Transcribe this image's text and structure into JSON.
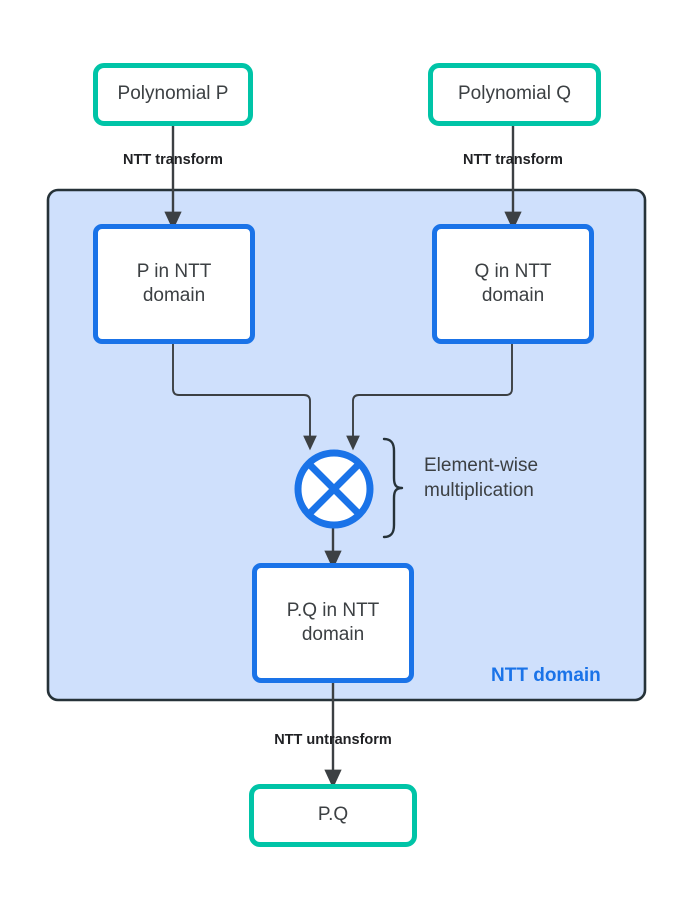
{
  "diagram": {
    "title": "NTT polynomial multiplication flow",
    "colors": {
      "green_border": "#00c4a7",
      "blue_border": "#1a73e8",
      "panel_fill": "#cfe0fc",
      "panel_border": "#263238",
      "connector": "#3c4043",
      "text": "#3c4043",
      "accent_label": "#1a73e8"
    },
    "inputs": [
      {
        "id": "poly-p",
        "label": "Polynomial  P"
      },
      {
        "id": "poly-q",
        "label": "Polynomial Q"
      }
    ],
    "ntt_boxes": [
      {
        "id": "p-ntt",
        "line1": "P in NTT",
        "line2": "domain"
      },
      {
        "id": "q-ntt",
        "line1": "Q in NTT",
        "line2": "domain"
      }
    ],
    "product_box": {
      "id": "pq-ntt",
      "line1": "P.Q in NTT",
      "line2": "domain"
    },
    "output": {
      "id": "pq",
      "label": "P.Q"
    },
    "panel": {
      "label": "NTT domain"
    },
    "operator": {
      "name": "element-wise-multiply",
      "glyph": "circle-x"
    },
    "brace_label": {
      "line1": "Element-wise",
      "line2": "multiplication"
    },
    "edge_labels": [
      {
        "id": "transform-left",
        "text": "NTT transform"
      },
      {
        "id": "transform-right",
        "text": "NTT transform"
      },
      {
        "id": "untransform",
        "text": "NTT untransform"
      }
    ]
  }
}
